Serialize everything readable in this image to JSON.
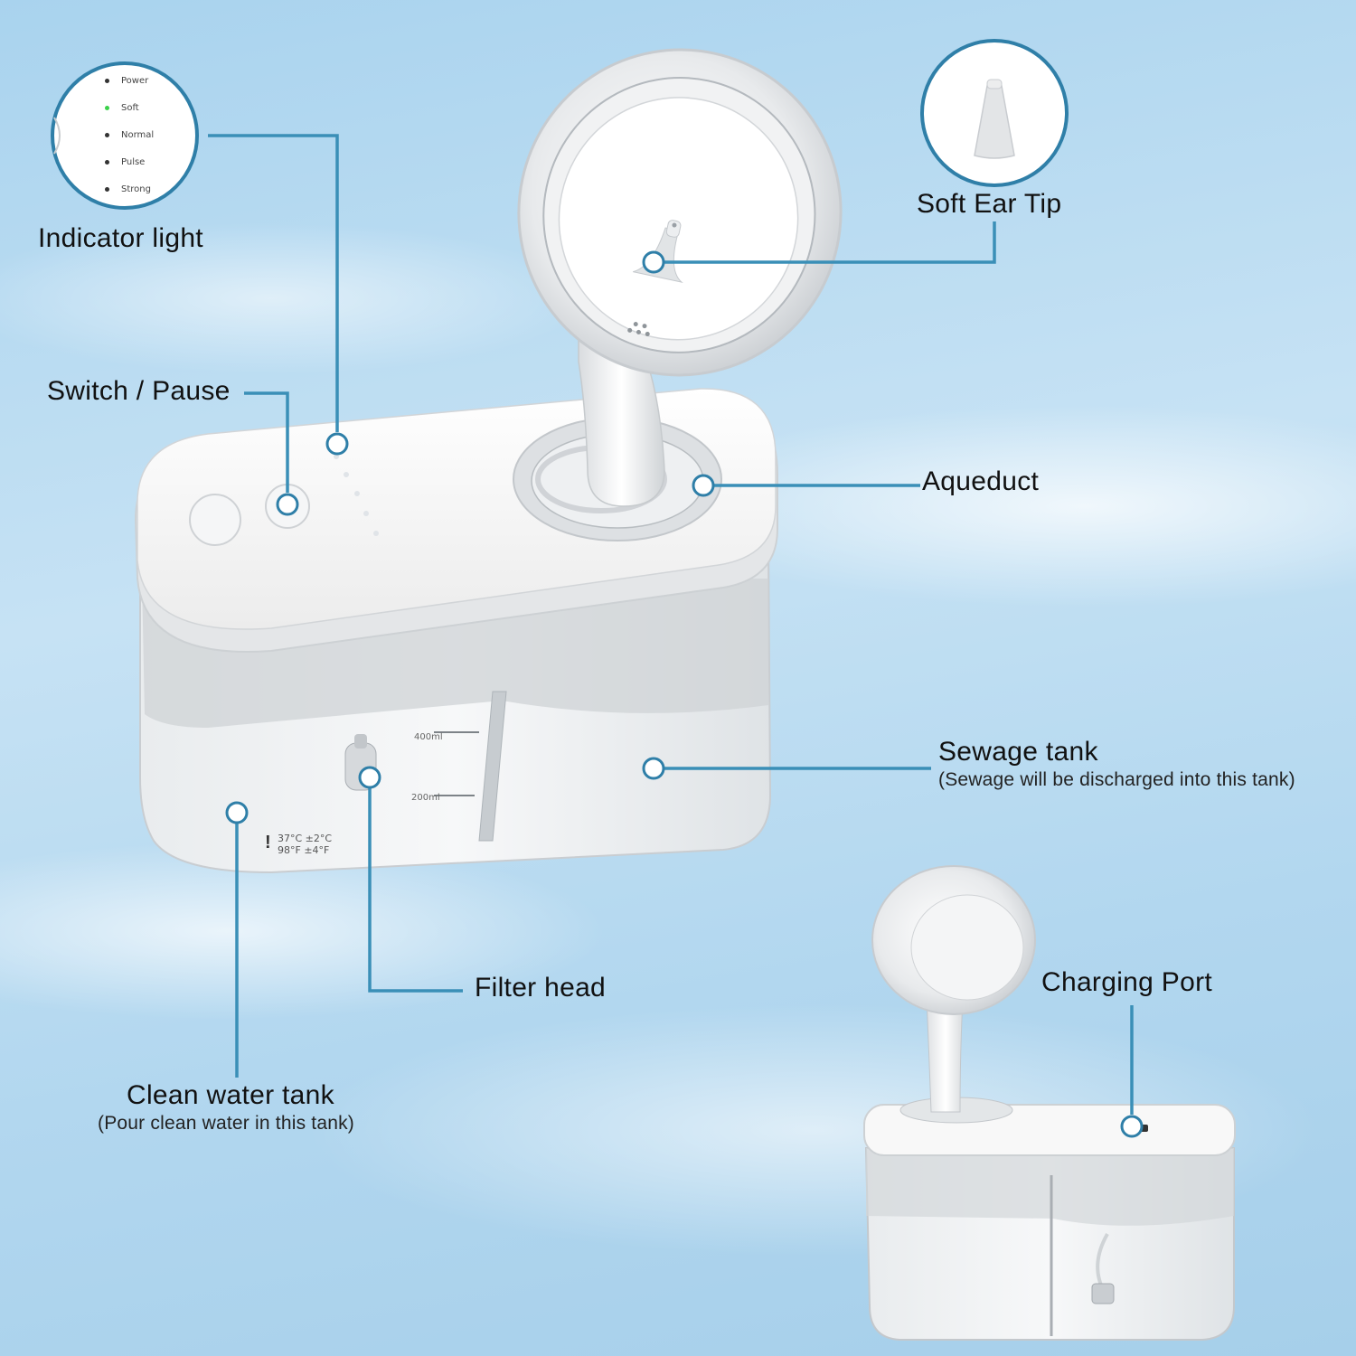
{
  "labels": {
    "indicator_light": "Indicator light",
    "switch_pause": "Switch / Pause",
    "soft_ear_tip": "Soft Ear Tip",
    "aqueduct": "Aqueduct",
    "sewage_tank": "Sewage tank",
    "sewage_tank_note": "(Sewage will be discharged into this tank)",
    "filter_head": "Filter head",
    "clean_water_tank": "Clean water tank",
    "clean_water_tank_note": "(Pour clean water in this tank)",
    "charging_port": "Charging Port"
  },
  "indicator_modes": [
    {
      "label": "Power",
      "color": "#333333"
    },
    {
      "label": "Soft",
      "color": "#3ad14a"
    },
    {
      "label": "Normal",
      "color": "#333333"
    },
    {
      "label": "Pulse",
      "color": "#333333"
    },
    {
      "label": "Strong",
      "color": "#333333"
    }
  ],
  "device_markings": {
    "scale_400": "400ml",
    "scale_200": "200ml",
    "temp_c": "37°C ±2°C",
    "temp_f": "98°F ±4°F"
  },
  "colors": {
    "callout_line": "#3a8fb7",
    "callout_circle": "#2f7fa8"
  }
}
